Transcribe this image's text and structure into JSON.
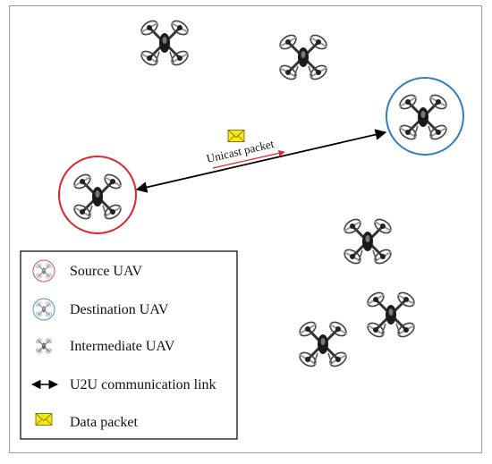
{
  "diagram": {
    "link_label": "Unicast packet",
    "legend": {
      "items": [
        {
          "key": "source",
          "label": "Source UAV"
        },
        {
          "key": "destination",
          "label": "Destination UAV"
        },
        {
          "key": "intermediate",
          "label": "Intermediate UAV"
        },
        {
          "key": "link",
          "label": "U2U communication link"
        },
        {
          "key": "packet",
          "label": "Data packet"
        }
      ]
    },
    "colors": {
      "source_ring": "#e0242b",
      "destination_ring": "#2f7fbf",
      "link": "#000000",
      "packet_direction_arrow": "#e0242b",
      "packet_fill": "#f4e81c",
      "frame": "#9a9a9a"
    },
    "icons": {
      "uav": "quadcopter-drone-icon",
      "packet": "envelope-icon"
    }
  }
}
